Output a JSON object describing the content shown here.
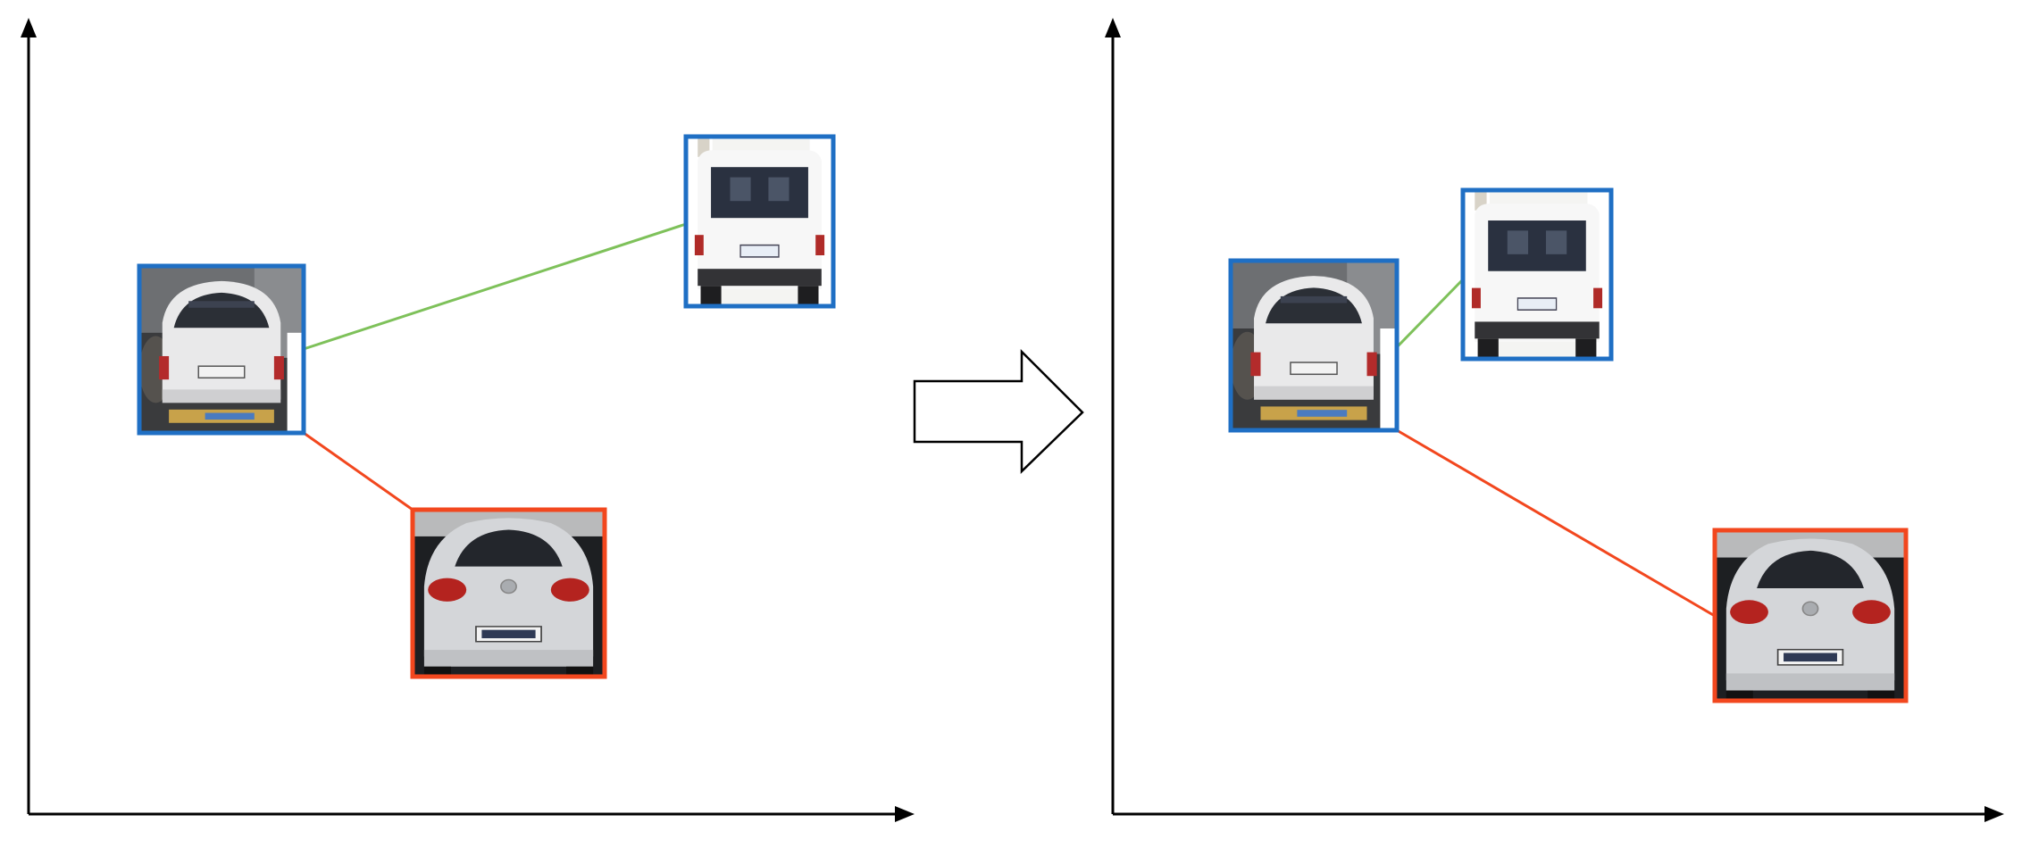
{
  "colors": {
    "axis": "#000000",
    "anchor_frame": "#1f6fc4",
    "positive_frame": "#1f6fc4",
    "negative_frame": "#f2471e",
    "positive_link": "#7ec15a",
    "negative_link": "#f2471e",
    "arrow_outline": "#000000",
    "arrow_fill": "#ffffff"
  },
  "panels": [
    {
      "id": "before",
      "samples": [
        {
          "role": "anchor",
          "icon": "white-hatchback-rear-photo-icon",
          "frame": "anchor_frame"
        },
        {
          "role": "positive",
          "icon": "white-van-rear-photo-icon",
          "frame": "positive_frame"
        },
        {
          "role": "negative",
          "icon": "silver-hatchback-rear-photo-icon",
          "frame": "negative_frame"
        }
      ]
    },
    {
      "id": "after",
      "samples": [
        {
          "role": "anchor",
          "icon": "white-hatchback-rear-photo-icon",
          "frame": "anchor_frame"
        },
        {
          "role": "positive",
          "icon": "white-van-rear-photo-icon",
          "frame": "positive_frame"
        },
        {
          "role": "negative",
          "icon": "silver-hatchback-rear-photo-icon",
          "frame": "negative_frame"
        }
      ]
    }
  ],
  "transition": {
    "icon": "right-arrow-icon"
  }
}
